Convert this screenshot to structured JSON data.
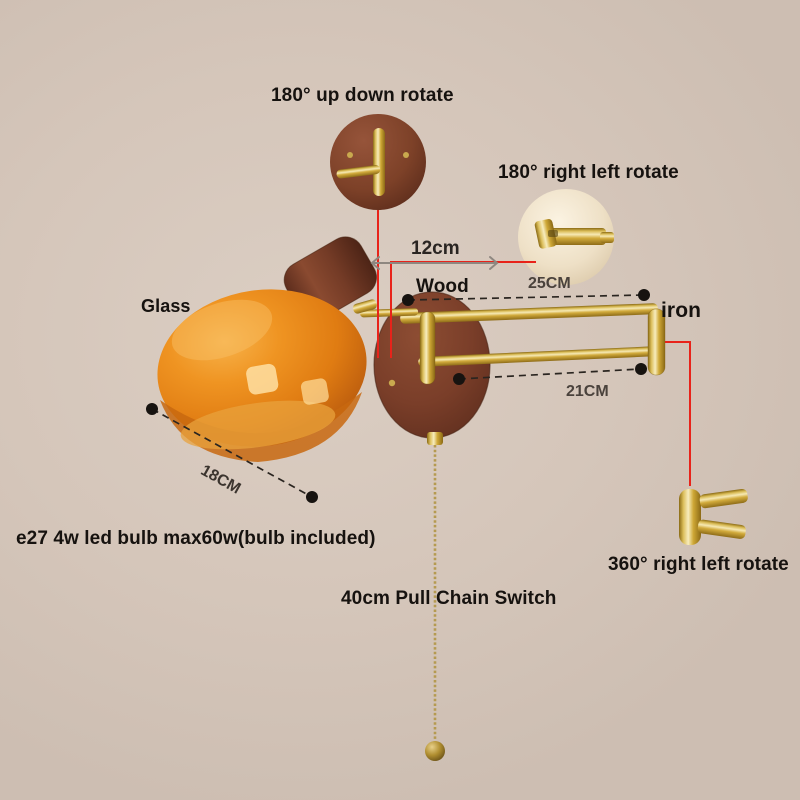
{
  "meta": {
    "product": "Swing arm wall lamp",
    "background_color": "#d6c7bb",
    "accent_red": "#e8231a",
    "brass_color": "#c9a227",
    "wood_color": "#7b3f2a",
    "glass_color": "#e8891a"
  },
  "callouts": {
    "up_down_rotate": "180° up down rotate",
    "right_left_rotate": "180° right left rotate",
    "rotate_360": "360° right left rotate",
    "glass": "Glass",
    "wood": "Wood",
    "iron": "iron"
  },
  "dimensions": {
    "depth_12cm": "12cm",
    "arm_upper_25cm": "25CM",
    "arm_lower_21cm": "21CM",
    "shade_18cm": "18CM"
  },
  "specs": {
    "bulb": "e27 4w led bulb max60w(bulb included)",
    "pull_chain": "40cm Pull Chain Switch"
  },
  "icons": {
    "arrow_right": "arrow-right-icon",
    "dimension_dot": "dimension-endpoint-dot",
    "inset_up_down": "inset-photo-up-down-joint",
    "inset_right_left": "inset-photo-right-left-joint",
    "inset_360": "inset-photo-360-joint"
  }
}
